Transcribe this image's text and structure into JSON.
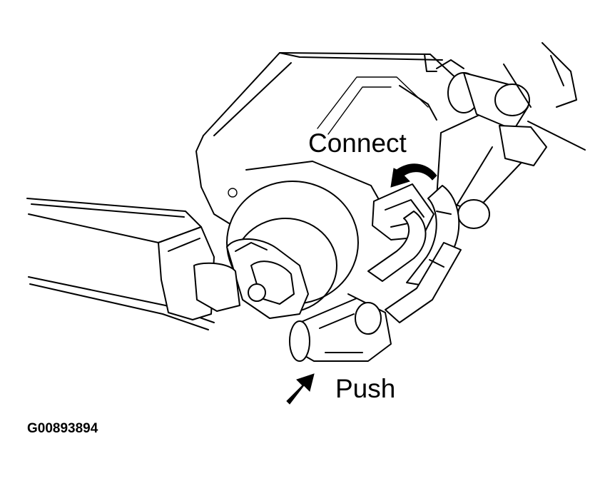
{
  "labels": {
    "connect": "Connect",
    "push": "Push",
    "figure_code": "G00893894"
  },
  "colors": {
    "line": "#000000",
    "background": "#ffffff"
  },
  "icons": {
    "connect_arrow": "curved-arrow-icon",
    "push_arrow": "push-arrow-icon"
  }
}
